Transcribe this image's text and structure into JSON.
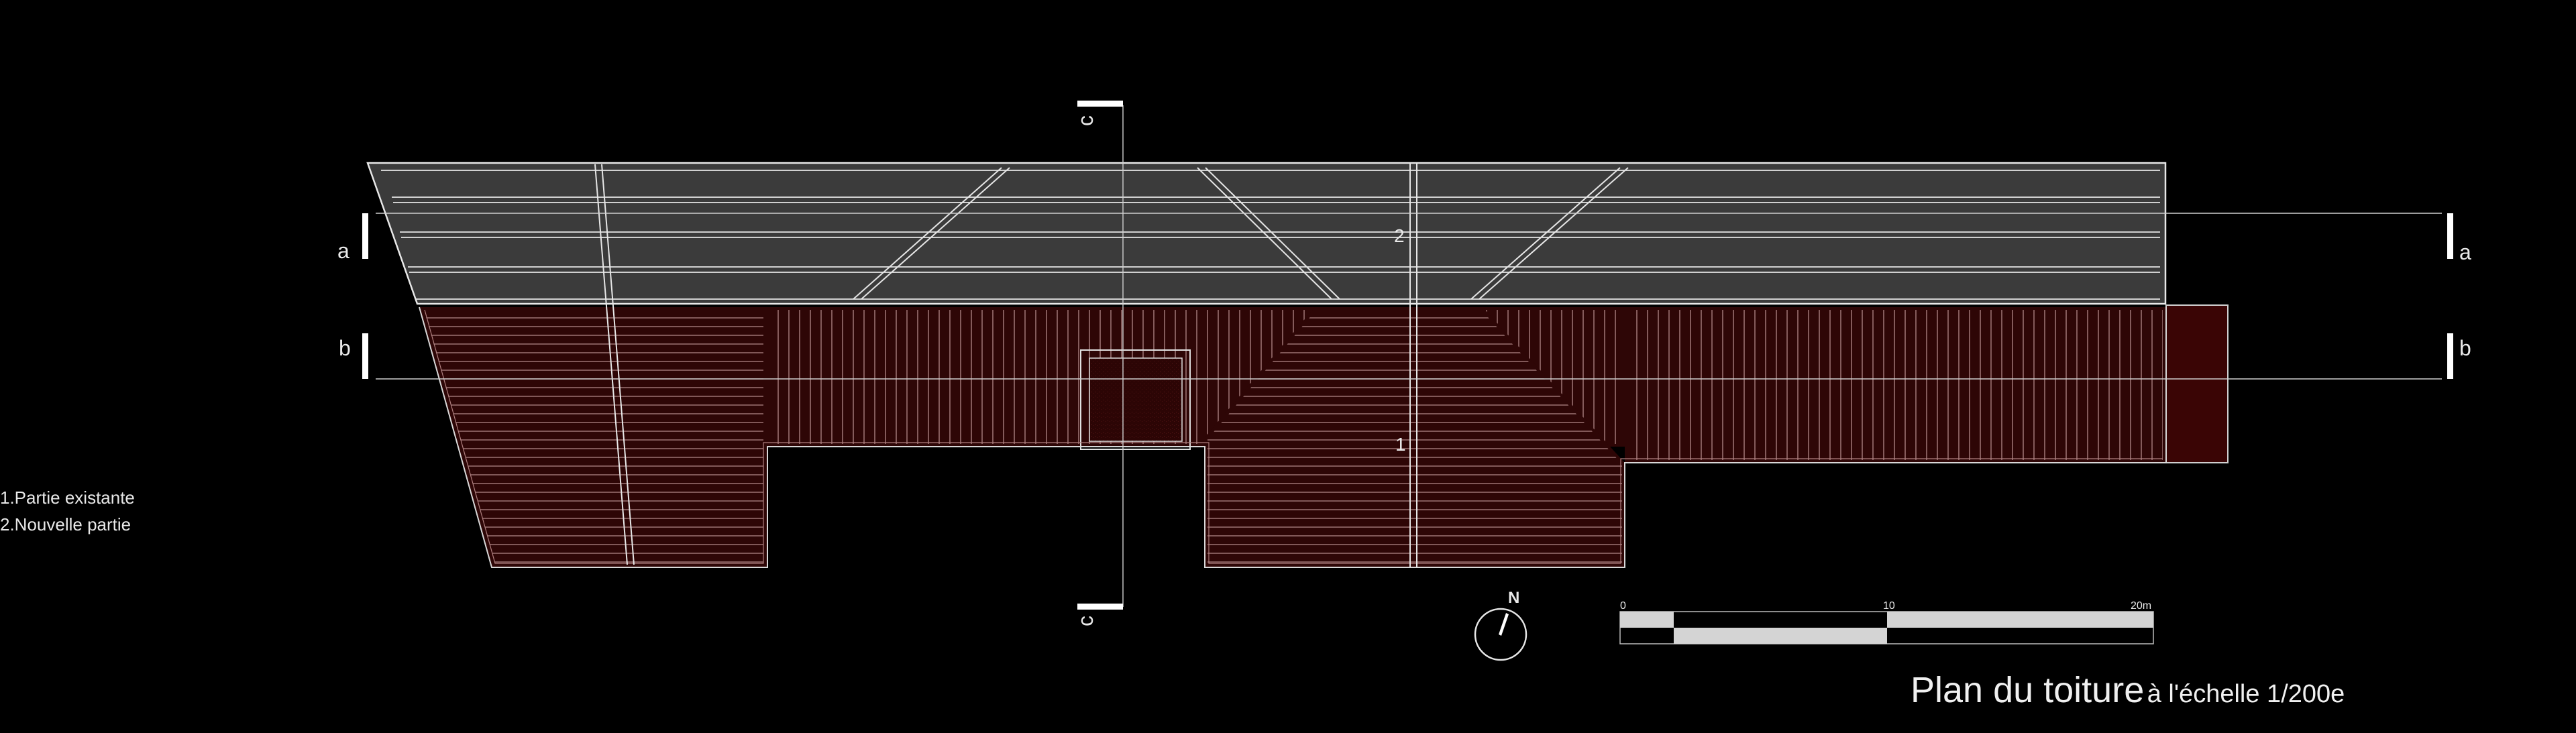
{
  "title": {
    "main": "Plan du toiture",
    "scale": "à l'échelle 1/200e"
  },
  "legend": [
    {
      "label": "1.Partie existante"
    },
    {
      "label": "2.Nouvelle partie"
    }
  ],
  "zone_labels": {
    "existing": "1",
    "new": "2"
  },
  "section_markers": {
    "a": "a",
    "b": "b",
    "c": "c"
  },
  "north": {
    "label": "N"
  },
  "scale_bar": {
    "labels": [
      "0",
      "10",
      "20m"
    ]
  },
  "colors": {
    "background": "#000000",
    "new_roof": "#3b3b3b",
    "existing_roof": "#2e0606",
    "line": "#e0e0e0"
  }
}
